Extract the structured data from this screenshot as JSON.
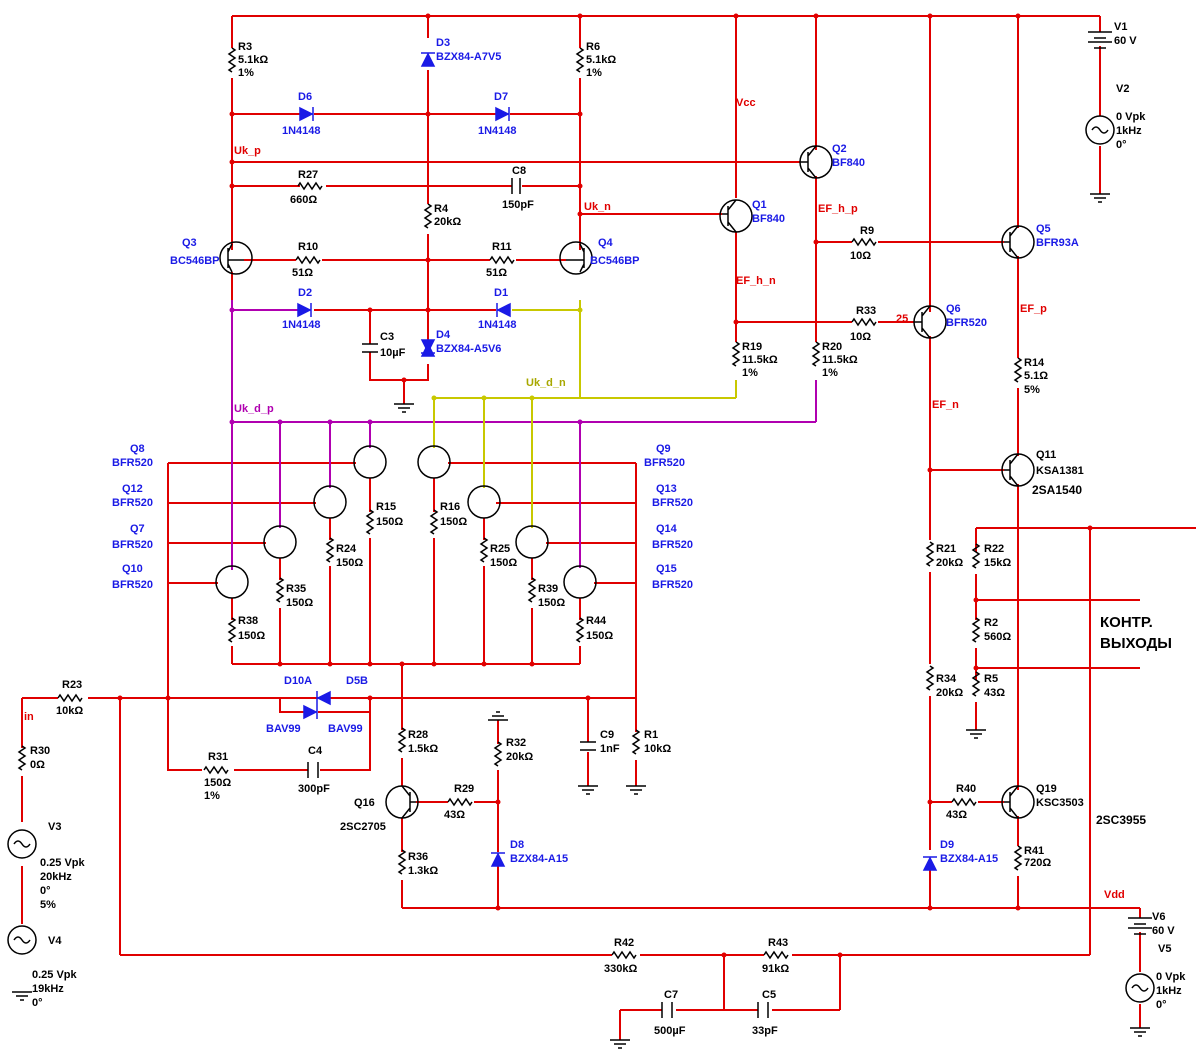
{
  "resistors": [
    {
      "ref": "R3",
      "val": "5.1kΩ",
      "tol": "1%"
    },
    {
      "ref": "R6",
      "val": "5.1kΩ",
      "tol": "1%"
    },
    {
      "ref": "R27",
      "val": "660Ω"
    },
    {
      "ref": "R4",
      "val": "20kΩ"
    },
    {
      "ref": "R10",
      "val": "51Ω"
    },
    {
      "ref": "R11",
      "val": "51Ω"
    },
    {
      "ref": "R9",
      "val": "10Ω"
    },
    {
      "ref": "R33",
      "val": "10Ω"
    },
    {
      "ref": "R19",
      "val": "11.5kΩ",
      "tol": "1%"
    },
    {
      "ref": "R20",
      "val": "11.5kΩ",
      "tol": "1%"
    },
    {
      "ref": "R14",
      "val": "5.1Ω",
      "tol": "5%"
    },
    {
      "ref": "R15",
      "val": "150Ω"
    },
    {
      "ref": "R16",
      "val": "150Ω"
    },
    {
      "ref": "R24",
      "val": "150Ω"
    },
    {
      "ref": "R25",
      "val": "150Ω"
    },
    {
      "ref": "R35",
      "val": "150Ω"
    },
    {
      "ref": "R39",
      "val": "150Ω"
    },
    {
      "ref": "R38",
      "val": "150Ω"
    },
    {
      "ref": "R44",
      "val": "150Ω"
    },
    {
      "ref": "R21",
      "val": "20kΩ"
    },
    {
      "ref": "R22",
      "val": "15kΩ"
    },
    {
      "ref": "R2",
      "val": "560Ω"
    },
    {
      "ref": "R5",
      "val": "43Ω"
    },
    {
      "ref": "R34",
      "val": "20kΩ"
    },
    {
      "ref": "R23",
      "val": "10kΩ"
    },
    {
      "ref": "R30",
      "val": "0Ω"
    },
    {
      "ref": "R28",
      "val": "1.5kΩ"
    },
    {
      "ref": "R32",
      "val": "20kΩ"
    },
    {
      "ref": "R1",
      "val": "10kΩ"
    },
    {
      "ref": "R31",
      "val": "150Ω",
      "tol": "1%"
    },
    {
      "ref": "R29",
      "val": "43Ω"
    },
    {
      "ref": "R36",
      "val": "1.3kΩ"
    },
    {
      "ref": "R40",
      "val": "43Ω"
    },
    {
      "ref": "R41",
      "val": "720Ω"
    },
    {
      "ref": "R42",
      "val": "330kΩ"
    },
    {
      "ref": "R43",
      "val": "91kΩ"
    }
  ],
  "capacitors": [
    {
      "ref": "C8",
      "val": "150pF"
    },
    {
      "ref": "C3",
      "val": "10µF"
    },
    {
      "ref": "C4",
      "val": "300pF"
    },
    {
      "ref": "C9",
      "val": "1nF"
    },
    {
      "ref": "C7",
      "val": "500µF"
    },
    {
      "ref": "C5",
      "val": "33pF"
    }
  ],
  "diodes": [
    {
      "ref": "D3",
      "val": "BZX84-A7V5"
    },
    {
      "ref": "D6",
      "val": "1N4148"
    },
    {
      "ref": "D7",
      "val": "1N4148"
    },
    {
      "ref": "D2",
      "val": "1N4148"
    },
    {
      "ref": "D1",
      "val": "1N4148"
    },
    {
      "ref": "D4",
      "val": "BZX84-A5V6"
    },
    {
      "ref": "D10A",
      "val": "BAV99"
    },
    {
      "ref": "D5B",
      "val": "BAV99"
    },
    {
      "ref": "D8",
      "val": "BZX84-A15"
    },
    {
      "ref": "D9",
      "val": "BZX84-A15"
    }
  ],
  "transistors": [
    {
      "ref": "Q3",
      "val": "BC546BP"
    },
    {
      "ref": "Q4",
      "val": "BC546BP"
    },
    {
      "ref": "Q1",
      "val": "BF840"
    },
    {
      "ref": "Q2",
      "val": "BF840"
    },
    {
      "ref": "Q5",
      "val": "BFR93A"
    },
    {
      "ref": "Q6",
      "val": "BFR520"
    },
    {
      "ref": "Q8",
      "val": "BFR520"
    },
    {
      "ref": "Q12",
      "val": "BFR520"
    },
    {
      "ref": "Q7",
      "val": "BFR520"
    },
    {
      "ref": "Q10",
      "val": "BFR520"
    },
    {
      "ref": "Q9",
      "val": "BFR520"
    },
    {
      "ref": "Q13",
      "val": "BFR520"
    },
    {
      "ref": "Q14",
      "val": "BFR520"
    },
    {
      "ref": "Q15",
      "val": "BFR520"
    },
    {
      "ref": "Q11",
      "val": "KSA1381"
    },
    {
      "ref": "Q19",
      "val": "KSC3503"
    },
    {
      "ref": "Q16",
      "val": "2SC2705"
    }
  ],
  "sources": {
    "V1": {
      "ref": "V1",
      "val": "60 V"
    },
    "V2": {
      "ref": "V2",
      "l1": "0 Vpk",
      "l2": "1kHz",
      "l3": "0°"
    },
    "V3": {
      "ref": "V3",
      "l1": "0.25 Vpk",
      "l2": "20kHz",
      "l3": "0°",
      "l4": "5%"
    },
    "V4": {
      "ref": "V4",
      "l1": "0.25 Vpk",
      "l2": "19kHz",
      "l3": "0°"
    },
    "V6": {
      "ref": "V6",
      "val": "60 V"
    },
    "V5": {
      "ref": "V5",
      "l1": "0 Vpk",
      "l2": "1kHz",
      "l3": "0°"
    }
  },
  "nets": {
    "vcc": "Vcc",
    "vdd": "Vdd",
    "uk_p": "Uk_p",
    "uk_n": "Uk_n",
    "uk_d_p": "Uk_d_p",
    "uk_d_n": "Uk_d_n",
    "ef_h_p": "EF_h_p",
    "ef_h_n": "EF_h_n",
    "ef_p": "EF_p",
    "ef_n": "EF_n",
    "in": "in",
    "n25": "25"
  },
  "notes": {
    "ctrl1": "КОНТР.",
    "ctrl2": "ВЫХОДЫ",
    "part_2sa": "2SA1540",
    "part_2sc": "2SC3955"
  }
}
